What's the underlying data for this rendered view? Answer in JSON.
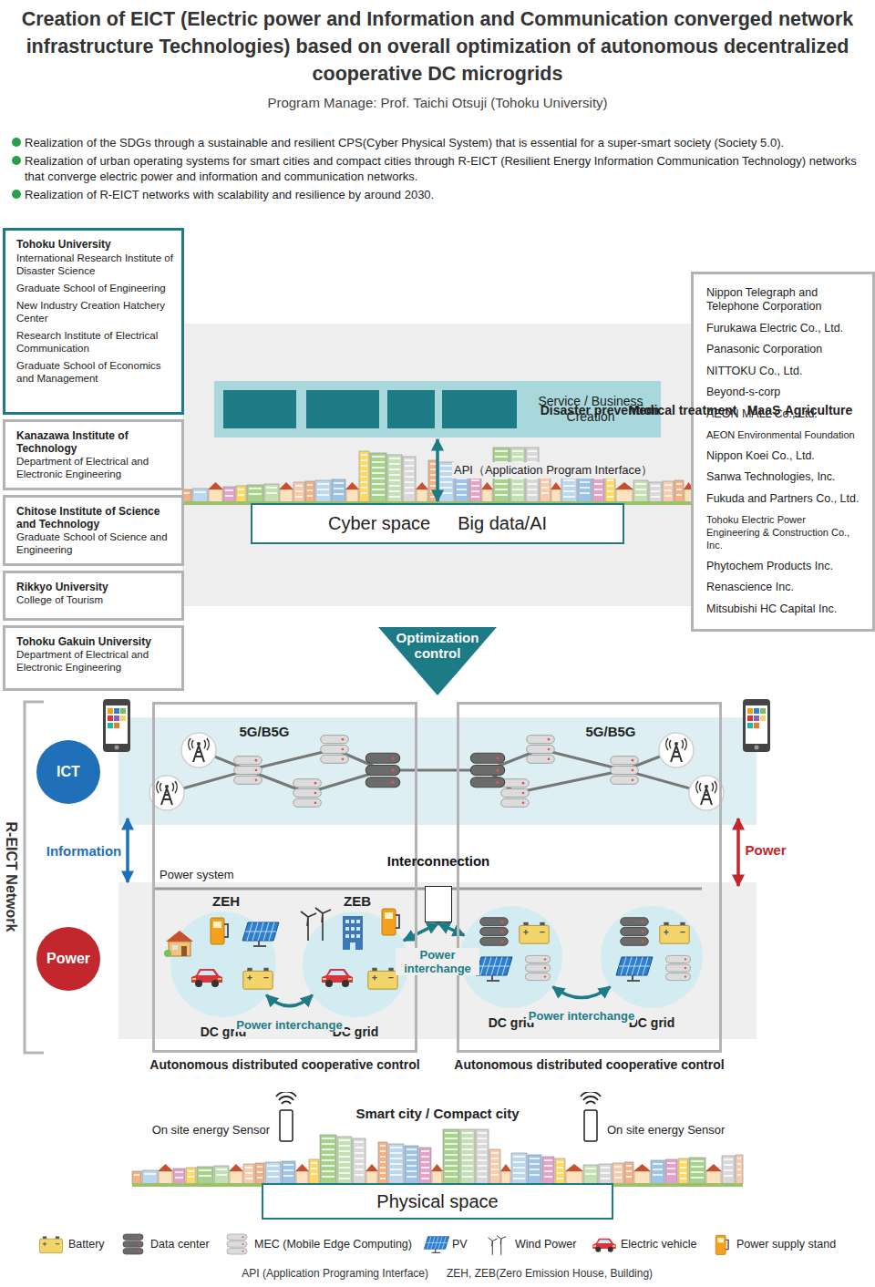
{
  "diagram": {
    "title": "Creation of EICT (Electric power and Information and Communication converged network infrastructure Technologies) based on overall optimization of autonomous decentralized cooperative DC microgrids",
    "nodes": [
      {
        "text": [
          "Tohoku University",
          "International Research Institute of Disaster Science",
          "Graduate School of Engineering",
          "New Industry Creation Hatchery Center",
          "Research Institute of Electrical Communication",
          "Graduate School of Economics and Management"
        ]
      },
      {
        "text": [
          "Kanazawa Institute of Technology",
          "Department of Electrical and Electronic Engineering"
        ]
      },
      {
        "text": [
          "Chitose Institute of Science and Technology",
          "Graduate School of Science and Engineering"
        ]
      },
      {
        "text": [
          "Rikkyo University",
          "College of Tourism"
        ]
      },
      {
        "text": [
          "Tohoku Gakuin University",
          "Department of Electrical and Electronic Engineering"
        ]
      },
      {
        "text": [
          "Nippon Telegraph and Telephone Corporation",
          "Furukawa Electric Co., Ltd.",
          "Panasonic Corporation",
          "NITTOKU Co., Ltd.",
          "Beyond-s-corp",
          "AEON MALL Co., Ltd.",
          "AEON Environmental Foundation",
          "Nippon Koei Co., Ltd.",
          "Sanwa Technologies, Inc.",
          "Fukuda and Partners Co., Ltd.",
          "Tohoku Electric Power Engineering & Construction Co., Inc.",
          "Phytochem Products Inc.",
          "Renascience Inc.",
          "Mitsubishi HC Capital Inc."
        ]
      },
      {
        "text": [
          "Service / Business Creation"
        ]
      },
      {
        "text": [
          "Disaster prevention"
        ],
        "in": 6
      },
      {
        "text": [
          "Medical treatment"
        ],
        "in": 6
      },
      {
        "text": [
          "MaaS"
        ],
        "in": 6
      },
      {
        "text": [
          "Agriculture"
        ],
        "in": 6
      },
      {
        "text": [
          "Cyber space",
          "Big data/AI"
        ]
      },
      {
        "text": [
          "Optimization control"
        ]
      },
      {
        "text": [
          "ICT"
        ]
      },
      {
        "text": [
          "Power"
        ]
      },
      {
        "text": [
          "Autonomous distributed cooperative control"
        ]
      },
      {
        "text": [
          "DC grid"
        ],
        "in": 15
      },
      {
        "text": [
          "DC grid"
        ],
        "in": 15
      },
      {
        "text": [
          "Autonomous distributed cooperative control"
        ]
      },
      {
        "text": [
          "DC grid"
        ],
        "in": 18
      },
      {
        "text": [
          "DC grid"
        ],
        "in": 18
      },
      {
        "text": [
          "Interconnection"
        ]
      },
      {
        "text": [
          "Physical space"
        ]
      }
    ],
    "edges": [
      {
        "from": 6,
        "to": 11,
        "label": "API（Application Program Interface）",
        "arrow": "both"
      },
      {
        "from": 16,
        "to": 17,
        "label": "Power interchange",
        "arrow": "both"
      },
      {
        "from": 19,
        "to": 20,
        "label": "Power interchange",
        "arrow": "both"
      },
      {
        "from": 21,
        "to": 17,
        "arrow": "both"
      },
      {
        "from": 21,
        "to": 19,
        "arrow": "both"
      }
    ],
    "labels": [
      "Program Manage: Prof. Taichi Otsuji (Tohoku University)",
      "Realization of the SDGs through a sustainable and resilient CPS(Cyber Physical System) that is essential for a super-smart society (Society 5.0).",
      "Realization of urban operating systems for smart cities and compact cities through R-EICT (Resilient Energy Information Communication Technology) networks that converge electric power and information and communication networks.",
      "Realization of R-EICT networks with scalability and resilience by around 2030.",
      "R-EICT Network",
      "5G/B5G",
      "5G/B5G",
      "Information",
      "Power",
      "Power system",
      "ZEH",
      "ZEB",
      "Power interchange",
      "Smart city / Compact city",
      "On site energy Sensor",
      "On site energy Sensor",
      "API (Application Programing Interface)",
      "ZEH, ZEB(Zero Emission House, Building)"
    ],
    "legend": [
      {
        "text": "Battery"
      },
      {
        "text": "Data center"
      },
      {
        "text": "MEC (Mobile Edge Computing)"
      },
      {
        "text": "PV"
      },
      {
        "text": "Wind Power"
      },
      {
        "text": "Electric vehicle"
      },
      {
        "text": "Power supply stand"
      }
    ]
  }
}
